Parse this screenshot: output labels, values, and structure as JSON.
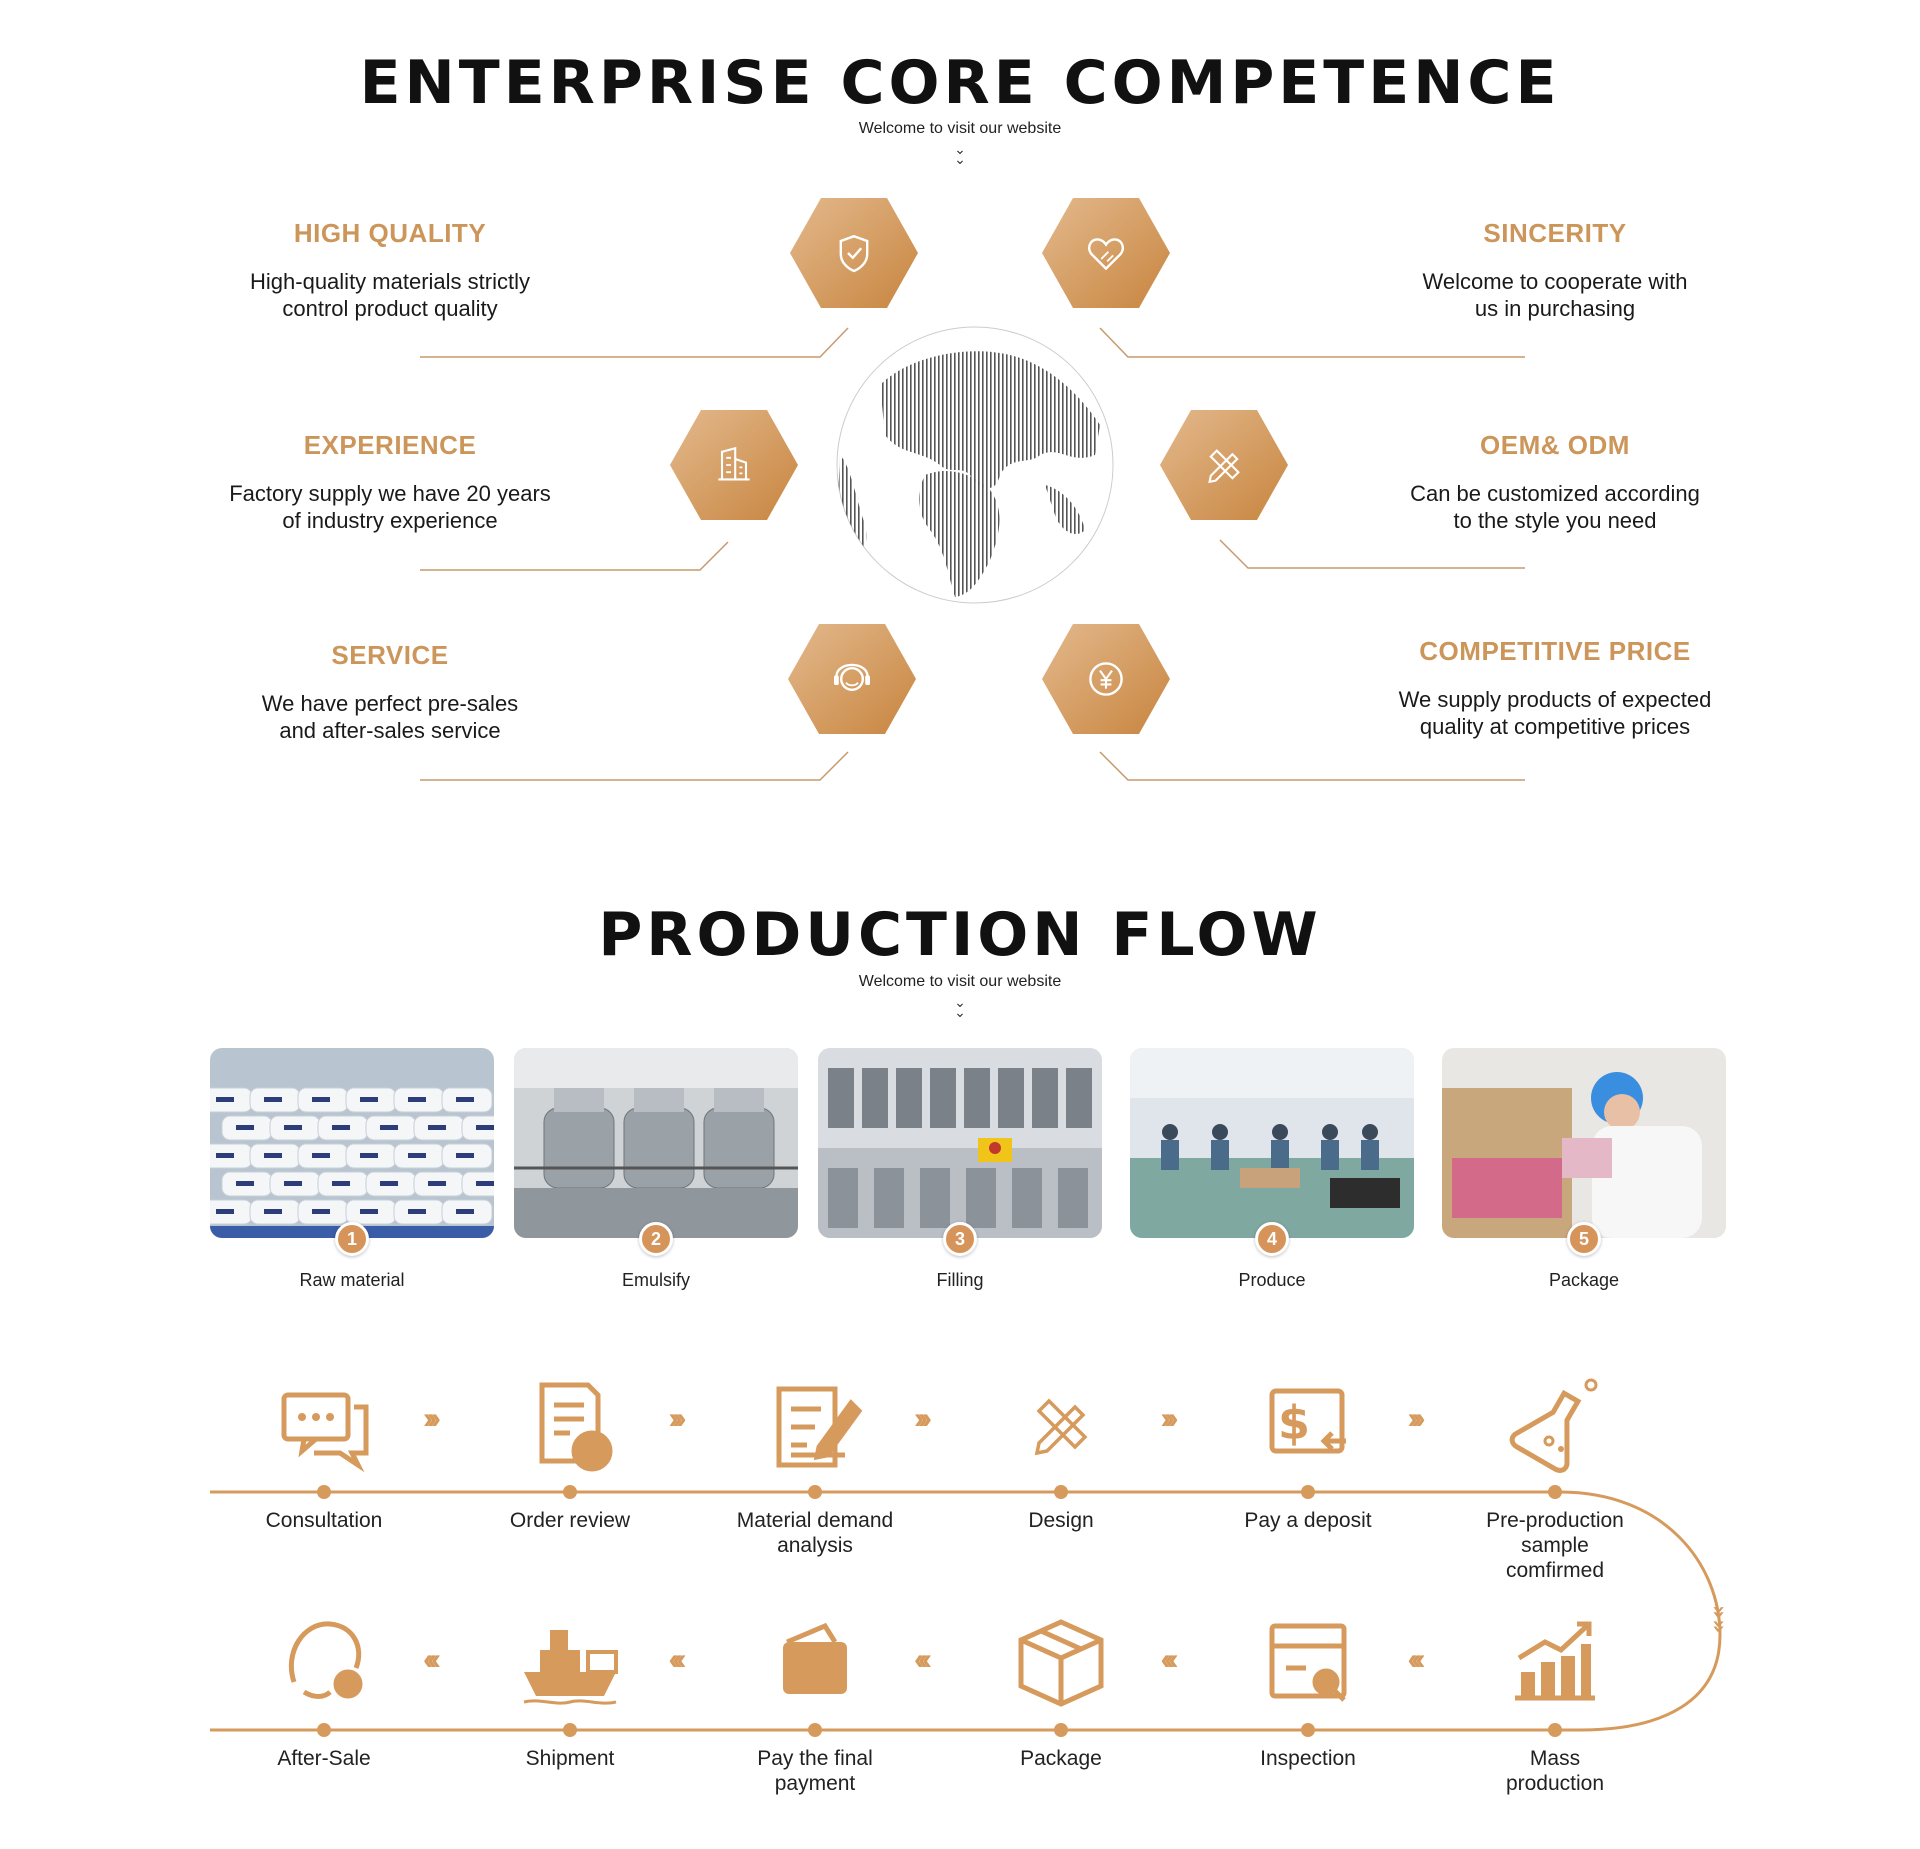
{
  "section1": {
    "title": "ENTERPRISE CORE COMPETENCE",
    "subtitle": "Welcome to visit our website",
    "items": [
      {
        "title": "HIGH QUALITY",
        "desc1": "High-quality materials strictly",
        "desc2": "control product quality",
        "icon": "shield-check-icon"
      },
      {
        "title": "SINCERITY",
        "desc1": "Welcome to cooperate with",
        "desc2": "us in purchasing",
        "icon": "heart-icon"
      },
      {
        "title": "EXPERIENCE",
        "desc1": "Factory supply we have 20 years",
        "desc2": "of industry experience",
        "icon": "building-icon"
      },
      {
        "title": "OEM& ODM",
        "desc1": "Can be customized according",
        "desc2": "to the style you need",
        "icon": "pencil-ruler-icon"
      },
      {
        "title": "SERVICE",
        "desc1": "We have perfect pre-sales",
        "desc2": "and after-sales service",
        "icon": "headset-icon"
      },
      {
        "title": "COMPETITIVE PRICE",
        "desc1": "We supply products of expected",
        "desc2": "quality at competitive prices",
        "icon": "yen-coin-icon"
      }
    ]
  },
  "section2": {
    "title": "PRODUCTION FLOW",
    "subtitle": "Welcome to visit our website",
    "photos": [
      {
        "num": "1",
        "label": "Raw material"
      },
      {
        "num": "2",
        "label": "Emulsify"
      },
      {
        "num": "3",
        "label": "Filling"
      },
      {
        "num": "4",
        "label": "Produce"
      },
      {
        "num": "5",
        "label": "Package"
      }
    ]
  },
  "flow": {
    "row1": [
      {
        "line1": "Consultation",
        "line2": "",
        "line3": "",
        "icon": "chat-bubbles-icon"
      },
      {
        "line1": "Order review",
        "line2": "",
        "line3": "",
        "icon": "document-check-icon"
      },
      {
        "line1": "Material demand",
        "line2": "analysis",
        "line3": "",
        "icon": "document-pen-icon"
      },
      {
        "line1": "Design",
        "line2": "",
        "line3": "",
        "icon": "pencil-ruler-icon"
      },
      {
        "line1": "Pay a deposit",
        "line2": "",
        "line3": "",
        "icon": "dollar-card-icon"
      },
      {
        "line1": "Pre-production",
        "line2": "sample",
        "line3": "comfirmed",
        "icon": "flask-icon"
      }
    ],
    "row2": [
      {
        "line1": "After-Sale",
        "line2": "",
        "icon": "support-gear-icon"
      },
      {
        "line1": "Shipment",
        "line2": "",
        "icon": "ship-icon"
      },
      {
        "line1": "Pay the final",
        "line2": "payment",
        "icon": "wallet-icon"
      },
      {
        "line1": "Package",
        "line2": "",
        "icon": "box-icon"
      },
      {
        "line1": "Inspection",
        "line2": "",
        "icon": "box-search-icon"
      },
      {
        "line1": "Mass",
        "line2": "production",
        "icon": "bar-chart-icon"
      }
    ],
    "arrow_right": "›››",
    "arrow_left": "‹‹‹",
    "accent": "#d69a5c"
  },
  "colors": {
    "accent": "#cc955a",
    "hex_light": "#e3b98d",
    "hex_dark": "#c8853f"
  }
}
